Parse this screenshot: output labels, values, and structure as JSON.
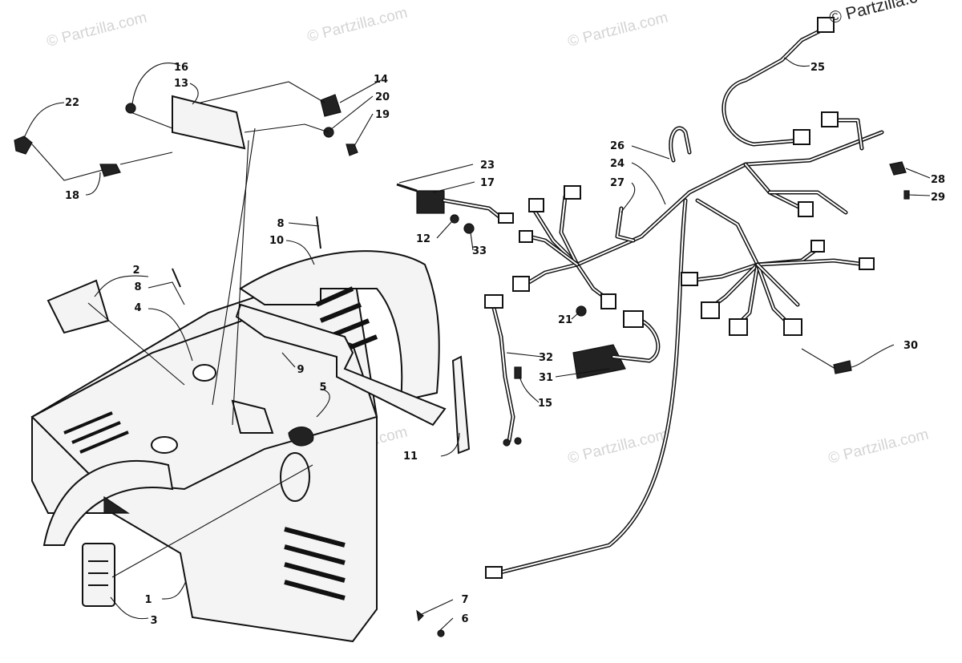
{
  "watermark": {
    "text": "© Partzilla.com",
    "copyright": "© Partzilla.c"
  },
  "callouts": [
    {
      "num": "1"
    },
    {
      "num": "2"
    },
    {
      "num": "3"
    },
    {
      "num": "4"
    },
    {
      "num": "5"
    },
    {
      "num": "6"
    },
    {
      "num": "7"
    },
    {
      "num": "8"
    },
    {
      "num": "8"
    },
    {
      "num": "9"
    },
    {
      "num": "10"
    },
    {
      "num": "11"
    },
    {
      "num": "12"
    },
    {
      "num": "13"
    },
    {
      "num": "14"
    },
    {
      "num": "15"
    },
    {
      "num": "16"
    },
    {
      "num": "17"
    },
    {
      "num": "18"
    },
    {
      "num": "19"
    },
    {
      "num": "20"
    },
    {
      "num": "21"
    },
    {
      "num": "22"
    },
    {
      "num": "23"
    },
    {
      "num": "24"
    },
    {
      "num": "25"
    },
    {
      "num": "26"
    },
    {
      "num": "27"
    },
    {
      "num": "28"
    },
    {
      "num": "29"
    },
    {
      "num": "30"
    },
    {
      "num": "31"
    },
    {
      "num": "32"
    },
    {
      "num": "33"
    }
  ]
}
